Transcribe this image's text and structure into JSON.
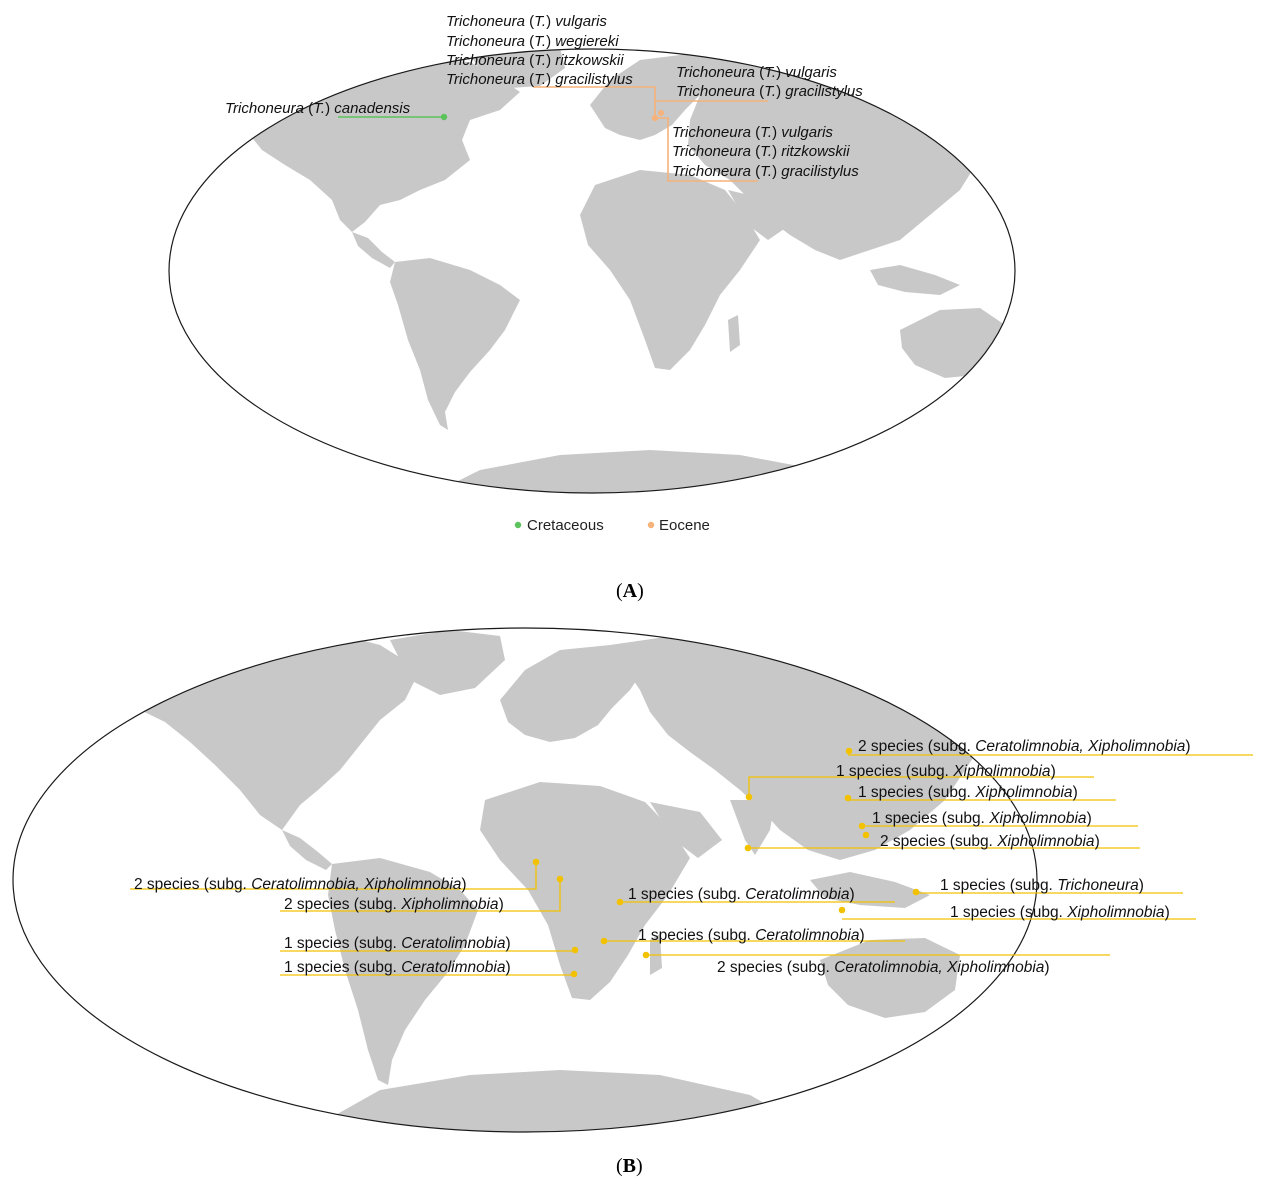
{
  "colors": {
    "cretaceous": "#5cc25c",
    "eocene": "#f5b27a",
    "extant": "#f2c200",
    "land": "#c8c8c8"
  },
  "panelA": {
    "label": "A",
    "labels": [
      {
        "genus": "Trichoneura",
        "sub": "T.",
        "species": "vulgaris"
      },
      {
        "genus": "Trichoneura",
        "sub": "T.",
        "species": "wegiereki"
      },
      {
        "genus": "Trichoneura",
        "sub": "T.",
        "species": "ritzkowskii"
      },
      {
        "genus": "Trichoneura",
        "sub": "T.",
        "species": "gracilistylus"
      },
      {
        "genus": "Trichoneura",
        "sub": "T.",
        "species": "canadensis"
      },
      {
        "genus": "Trichoneura",
        "sub": "T.",
        "species": "vulgaris"
      },
      {
        "genus": "Trichoneura",
        "sub": "T.",
        "species": "gracilistylus"
      },
      {
        "genus": "Trichoneura",
        "sub": "T.",
        "species": "vulgaris"
      },
      {
        "genus": "Trichoneura",
        "sub": "T.",
        "species": "ritzkowskii"
      },
      {
        "genus": "Trichoneura",
        "sub": "T.",
        "species": "gracilistylus"
      }
    ],
    "legend": [
      {
        "name": "Cretaceous"
      },
      {
        "name": "Eocene"
      }
    ]
  },
  "panelB": {
    "label": "B",
    "labels": [
      {
        "count": "2 species (subg. ",
        "taxa": "Ceratolimnobia, Xipholimnobia",
        "close": ")"
      },
      {
        "count": "1 species (subg. ",
        "taxa": "Xipholimnobia",
        "close": ")"
      },
      {
        "count": "1 species (subg. ",
        "taxa": "Xipholimnobia",
        "close": ")"
      },
      {
        "count": "1 species (subg. ",
        "taxa": "Xipholimnobia",
        "close": ")"
      },
      {
        "count": "2 species (subg. ",
        "taxa": "Xipholimnobia",
        "close": ")"
      },
      {
        "count": "2 species (subg. ",
        "taxa": "Ceratolimnobia, Xipholimnobia",
        "close": ")"
      },
      {
        "count": "2 species (subg. ",
        "taxa": "Xipholimnobia",
        "close": ")"
      },
      {
        "count": "1 species (subg. ",
        "taxa": "Ceratolimnobia",
        "close": ")"
      },
      {
        "count": "1 species (subg. ",
        "taxa": "Trichoneura",
        "close": ")"
      },
      {
        "count": "1 species (subg. ",
        "taxa": "Xipholimnobia",
        "close": ")"
      },
      {
        "count": "1 species (subg. ",
        "taxa": "Ceratolimnobia",
        "close": ")"
      },
      {
        "count": "1 species (subg. ",
        "taxa": "Ceratolimnobia",
        "close": ")"
      },
      {
        "count": "1 species (subg. ",
        "taxa": "Ceratolimnobia",
        "close": ")"
      },
      {
        "count": "2 species (subg. ",
        "taxa": "Ceratolimnobia, Xipholimnobia",
        "close": ")"
      }
    ]
  }
}
